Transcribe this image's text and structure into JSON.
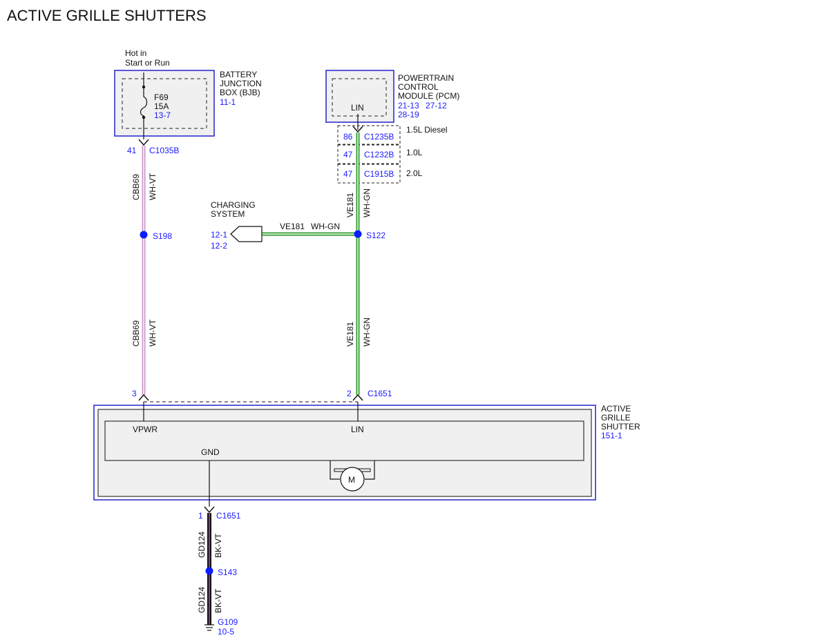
{
  "title": "ACTIVE GRILLE SHUTTERS",
  "colors": {
    "reference_blue": "#1a1aff",
    "module_border": "#2222cc",
    "wire_wh_vt": "#cc99cc",
    "wire_wh_gn": "#2e9e2e",
    "wire_bk_vt": "#111111",
    "splice_dot": "#0a1eff"
  },
  "power_source": {
    "line1": "Hot in",
    "line2": "Start or Run"
  },
  "bjb": {
    "label_line1": "BATTERY",
    "label_line2": "JUNCTION",
    "label_line3": "BOX (BJB)",
    "ref": "11-1",
    "fuse_name": "F69",
    "fuse_rating": "15A",
    "fuse_ref": "13-7",
    "fuse_icon": "fuse-icon"
  },
  "pcm": {
    "label_line1": "POWERTRAIN",
    "label_line2": "CONTROL",
    "label_line3": "MODULE (PCM)",
    "ref_a": "21-13",
    "ref_b": "27-12",
    "ref_c": "28-19",
    "pin_label": "LIN"
  },
  "pcm_connectors": [
    {
      "pin": "86",
      "connector": "C1235B",
      "engine": "1.5L Diesel"
    },
    {
      "pin": "47",
      "connector": "C1232B",
      "engine": "1.0L"
    },
    {
      "pin": "47",
      "connector": "C1915B",
      "engine": "2.0L"
    }
  ],
  "bjb_connector": {
    "pin": "41",
    "connector": "C1035B"
  },
  "wire_power": {
    "circuit": "CBB69",
    "color": "WH-VT"
  },
  "wire_lin": {
    "circuit": "VE181",
    "color": "WH-GN"
  },
  "wire_ground": {
    "circuit": "GD124",
    "color": "BK-VT"
  },
  "splice_power": "S198",
  "splice_lin": "S122",
  "splice_ground": "S143",
  "charging_system": {
    "label_line1": "CHARGING",
    "label_line2": "SYSTEM",
    "ref_a": "12-1",
    "ref_b": "12-2"
  },
  "shutter_connector": {
    "name": "C1651",
    "pin_power": "3",
    "pin_lin": "2",
    "pin_ground": "1"
  },
  "shutter": {
    "label_line1": "ACTIVE",
    "label_line2": "GRILLE",
    "label_line3": "SHUTTER",
    "ref": "151-1",
    "pin_vpwr": "VPWR",
    "pin_lin": "LIN",
    "pin_gnd": "GND",
    "motor_label": "M",
    "motor_icon": "motor-icon"
  },
  "ground": {
    "name": "G109",
    "ref": "10-5",
    "icon": "ground-icon"
  }
}
